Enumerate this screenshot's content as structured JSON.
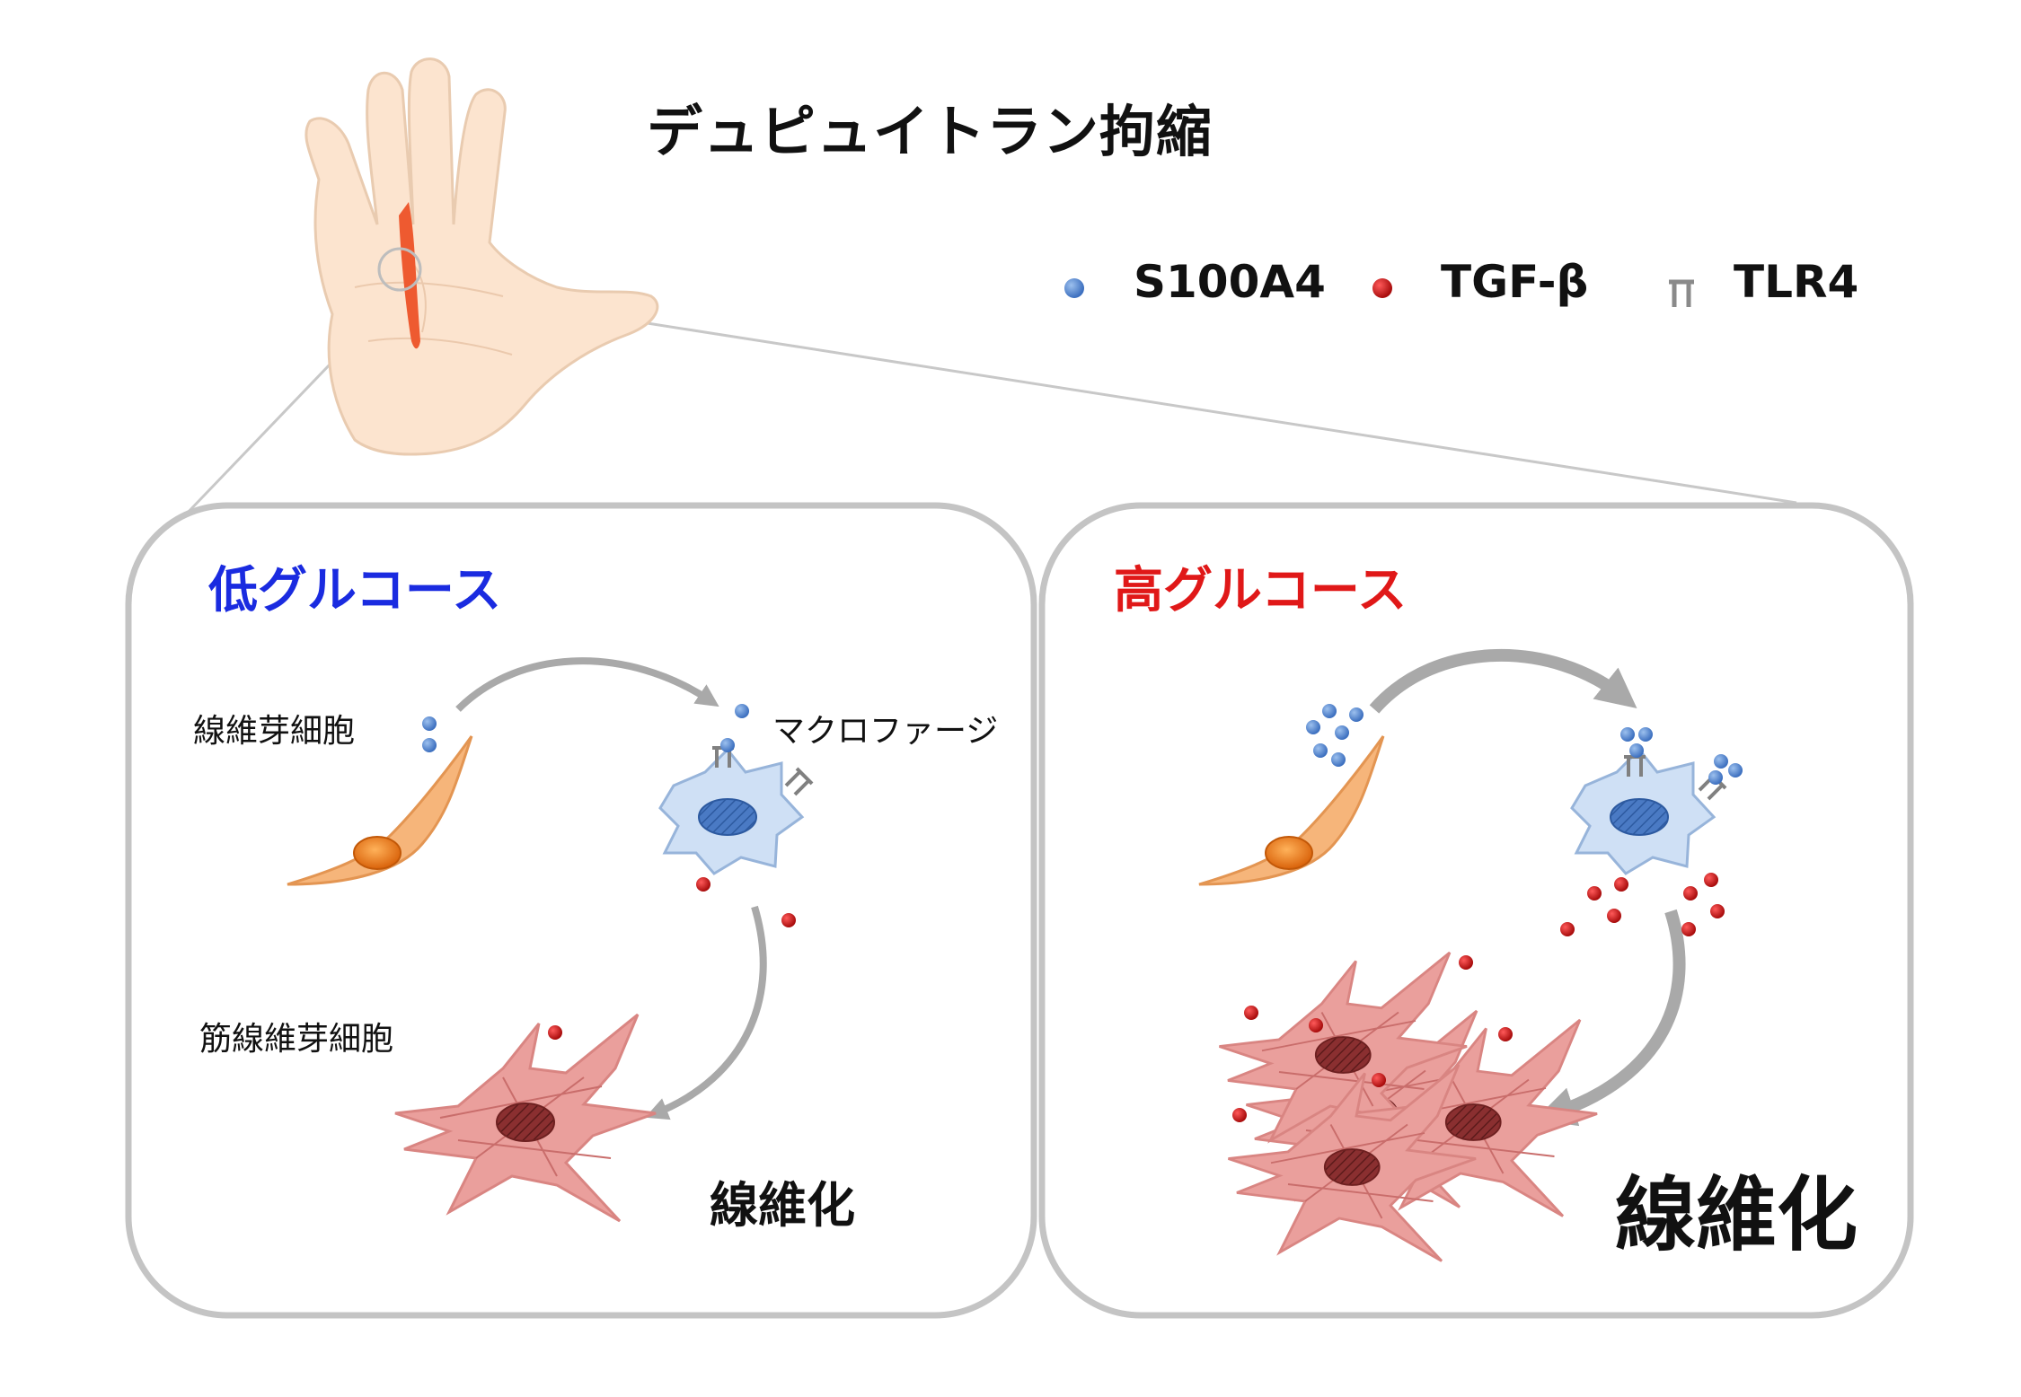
{
  "title": "デュピュイトラン拘縮",
  "legend": [
    {
      "label": "S100A4",
      "symbol": "blue-dot-icon",
      "color": "#4f7fc7"
    },
    {
      "label": "TGF-β",
      "symbol": "red-dot-icon",
      "color": "#c01818"
    },
    {
      "label": "TLR4",
      "symbol": "receptor-icon",
      "color": "#8a8a8a"
    }
  ],
  "panels": {
    "low": {
      "title": "低グルコース",
      "title_color": "#1a2be0",
      "fibroblast_label": "線維芽細胞",
      "macrophage_label": "マクロファージ",
      "myofibroblast_label": "筋線維芽細胞",
      "result_label": "線維化"
    },
    "high": {
      "title": "高グルコース",
      "title_color": "#e01818",
      "result_label": "線維化"
    }
  },
  "colors": {
    "panel_border": "#bdbdbd",
    "arrow": "#a9a9a9",
    "skin": "#fbe3cf",
    "lesion": "#ee5a30",
    "fibroblast": "#f5b274",
    "nucleus_orange": "#e9700c",
    "macrophage": "#c9dcf3",
    "macrophage_nucleus": "#3f6fb8",
    "myofibroblast": "#e79c9a",
    "myo_nucleus": "#7a2828"
  }
}
